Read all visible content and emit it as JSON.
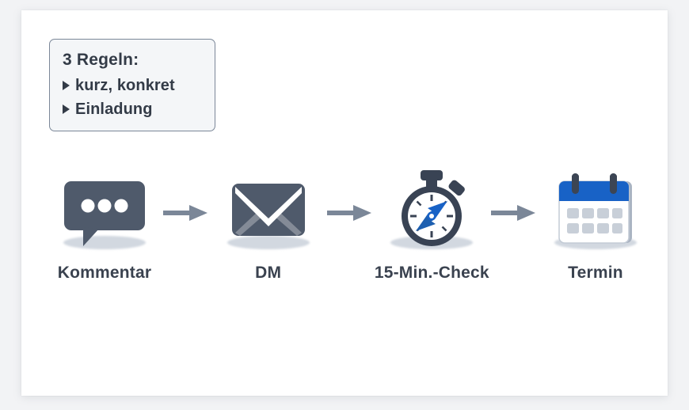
{
  "canvas": {
    "background_color": "#f2f3f5",
    "card_color": "#ffffff"
  },
  "rules_box": {
    "title": "3 Regeln:",
    "border_color": "#7b8798",
    "fill_color": "#f4f6f8",
    "text_color": "#333b47",
    "items": [
      {
        "bullet": "triangle-right-icon",
        "label": "kurz, konkret"
      },
      {
        "bullet": "triangle-right-icon",
        "label": "Einladung"
      }
    ]
  },
  "flow": {
    "arrow_color": "#7b8798",
    "arrow_icon": "arrow-right-icon",
    "label_color": "#3a424f",
    "steps": [
      {
        "id": "kommentar",
        "label": "Kommentar",
        "icon": "comment-bubble-icon",
        "icon_color": "#4f5a6b"
      },
      {
        "id": "dm",
        "label": "DM",
        "icon": "envelope-icon",
        "icon_color": "#4f5a6b"
      },
      {
        "id": "check",
        "label": "15-Min.-Check",
        "icon": "stopwatch-icon",
        "icon_color": "#394354",
        "accent_color": "#1862c6"
      },
      {
        "id": "termin",
        "label": "Termin",
        "icon": "calendar-icon",
        "icon_color": "#1862c6",
        "accent_color": "#c8cfd8"
      }
    ]
  }
}
